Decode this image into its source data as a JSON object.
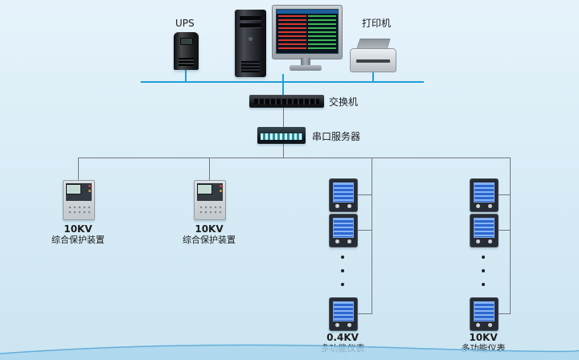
{
  "diagram": {
    "background_color": "#d7ebf6",
    "backbone_line_color": "#1f9fd6",
    "bus_line_color": "#73787d",
    "meter_screen_color": "#2e66cf"
  },
  "nodes": {
    "ups": {
      "label": "UPS"
    },
    "printer": {
      "label": "打印机"
    },
    "switch": {
      "label": "交换机"
    },
    "serial_server": {
      "label": "串口服务器"
    },
    "protection_a": {
      "voltage": "10KV",
      "name": "综合保护装置"
    },
    "protection_b": {
      "voltage": "10KV",
      "name": "综合保护装置"
    },
    "meter_chain_a": {
      "voltage": "0.4KV",
      "name": "多功能仪表"
    },
    "meter_chain_b": {
      "voltage": "10KV",
      "name": "多功能仪表"
    }
  }
}
